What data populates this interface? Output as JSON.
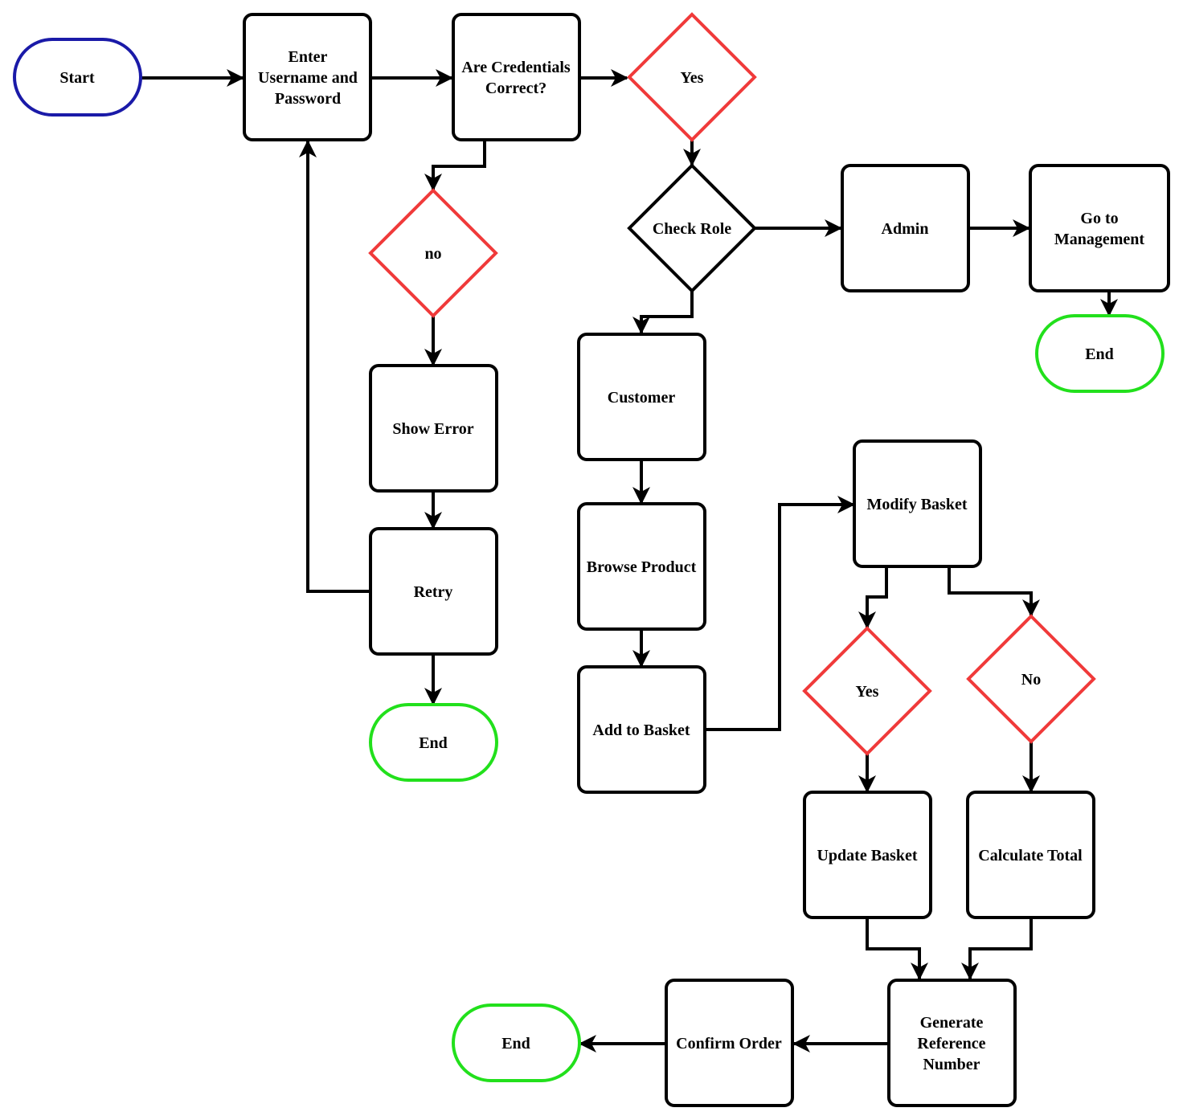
{
  "colors": {
    "start_outline": "#1a1aa8",
    "end_outline": "#22e01c",
    "decision_outline_red": "#f03a3a",
    "decision_outline_black": "#000000",
    "box_outline": "#000000",
    "arrow": "#000000"
  },
  "nodes": {
    "start": {
      "lines": [
        "Start"
      ]
    },
    "enter_credentials": {
      "lines": [
        "Enter",
        "Username and",
        "Password"
      ]
    },
    "credentials_check": {
      "lines": [
        "Are Credentials",
        "Correct?"
      ]
    },
    "yes_top": {
      "lines": [
        "Yes"
      ]
    },
    "no_left": {
      "lines": [
        "no"
      ]
    },
    "show_error": {
      "lines": [
        "Show Error"
      ]
    },
    "retry": {
      "lines": [
        "Retry"
      ]
    },
    "end_left": {
      "lines": [
        "End"
      ]
    },
    "check_role": {
      "lines": [
        "Check Role"
      ]
    },
    "admin": {
      "lines": [
        "Admin"
      ]
    },
    "go_management": {
      "lines": [
        "Go to",
        "Management"
      ]
    },
    "end_right": {
      "lines": [
        "End"
      ]
    },
    "customer": {
      "lines": [
        "Customer"
      ]
    },
    "browse_product": {
      "lines": [
        "Browse Product"
      ]
    },
    "add_basket": {
      "lines": [
        "Add to Basket"
      ]
    },
    "modify_basket": {
      "lines": [
        "Modify Basket"
      ]
    },
    "yes_basket": {
      "lines": [
        "Yes"
      ]
    },
    "no_basket": {
      "lines": [
        "No"
      ]
    },
    "update_basket": {
      "lines": [
        "Update Basket"
      ]
    },
    "calculate_total": {
      "lines": [
        "Calculate Total"
      ]
    },
    "generate_reference": {
      "lines": [
        "Generate",
        "Reference",
        "Number"
      ]
    },
    "confirm_order": {
      "lines": [
        "Confirm Order"
      ]
    },
    "end_bottom": {
      "lines": [
        "End"
      ]
    }
  }
}
